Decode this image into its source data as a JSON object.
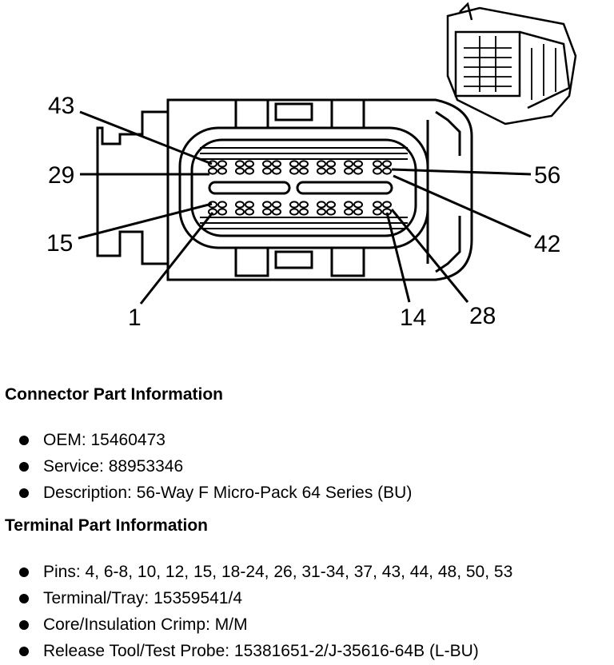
{
  "diagram": {
    "callouts": {
      "c43": "43",
      "c29": "29",
      "c15": "15",
      "c1": "1",
      "c56": "56",
      "c42": "42",
      "c14": "14",
      "c28": "28"
    }
  },
  "connector_info": {
    "heading": "Connector Part Information",
    "items": [
      "OEM: 15460473",
      "Service: 88953346",
      "Description: 56-Way F Micro-Pack 64 Series (BU)"
    ]
  },
  "terminal_info": {
    "heading": "Terminal Part Information",
    "items": [
      "Pins: 4, 6-8, 10, 12, 15, 18-24, 26, 31-34, 37, 43, 44, 48, 50, 53",
      "Terminal/Tray: 15359541/4",
      "Core/Insulation Crimp: M/M",
      "Release Tool/Test Probe: 15381651-2/J-35616-64B (L-BU)"
    ]
  }
}
